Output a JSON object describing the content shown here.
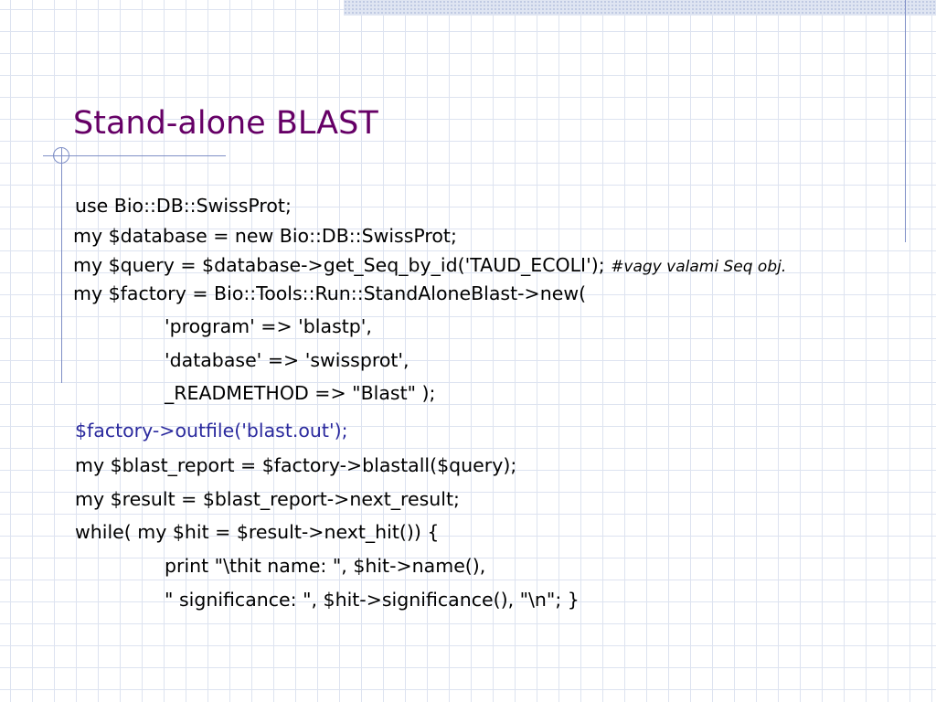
{
  "slide": {
    "title": "Stand-alone BLAST",
    "lines": [
      "use Bio::DB::SwissProt;",
      "my $database = new Bio::DB::SwissProt;",
      "my $query = $database->get_Seq_by_id('TAUD_ECOLI');",
      "my $factory = Bio::Tools::Run::StandAloneBlast->new(",
      "'program' => 'blastp',",
      "'database' => 'swissprot',",
      "_READMETHOD => \"Blast\" );",
      "$factory->outfile('blast.out');",
      "my $blast_report = $factory->blastall($query);",
      "my $result = $blast_report->next_result;",
      "while( my $hit = $result->next_hit()) {",
      "print \"\\thit name: \", $hit->name(),",
      "\" significance: \", $hit->significance(), \"\\n\"; }"
    ],
    "comment": "#vagy valami Seq obj.",
    "colors": {
      "title": "#660066",
      "highlight_line": "#2b2a9e",
      "guide_lines": "#7f8fc6",
      "grid": "#dde3f0"
    }
  }
}
